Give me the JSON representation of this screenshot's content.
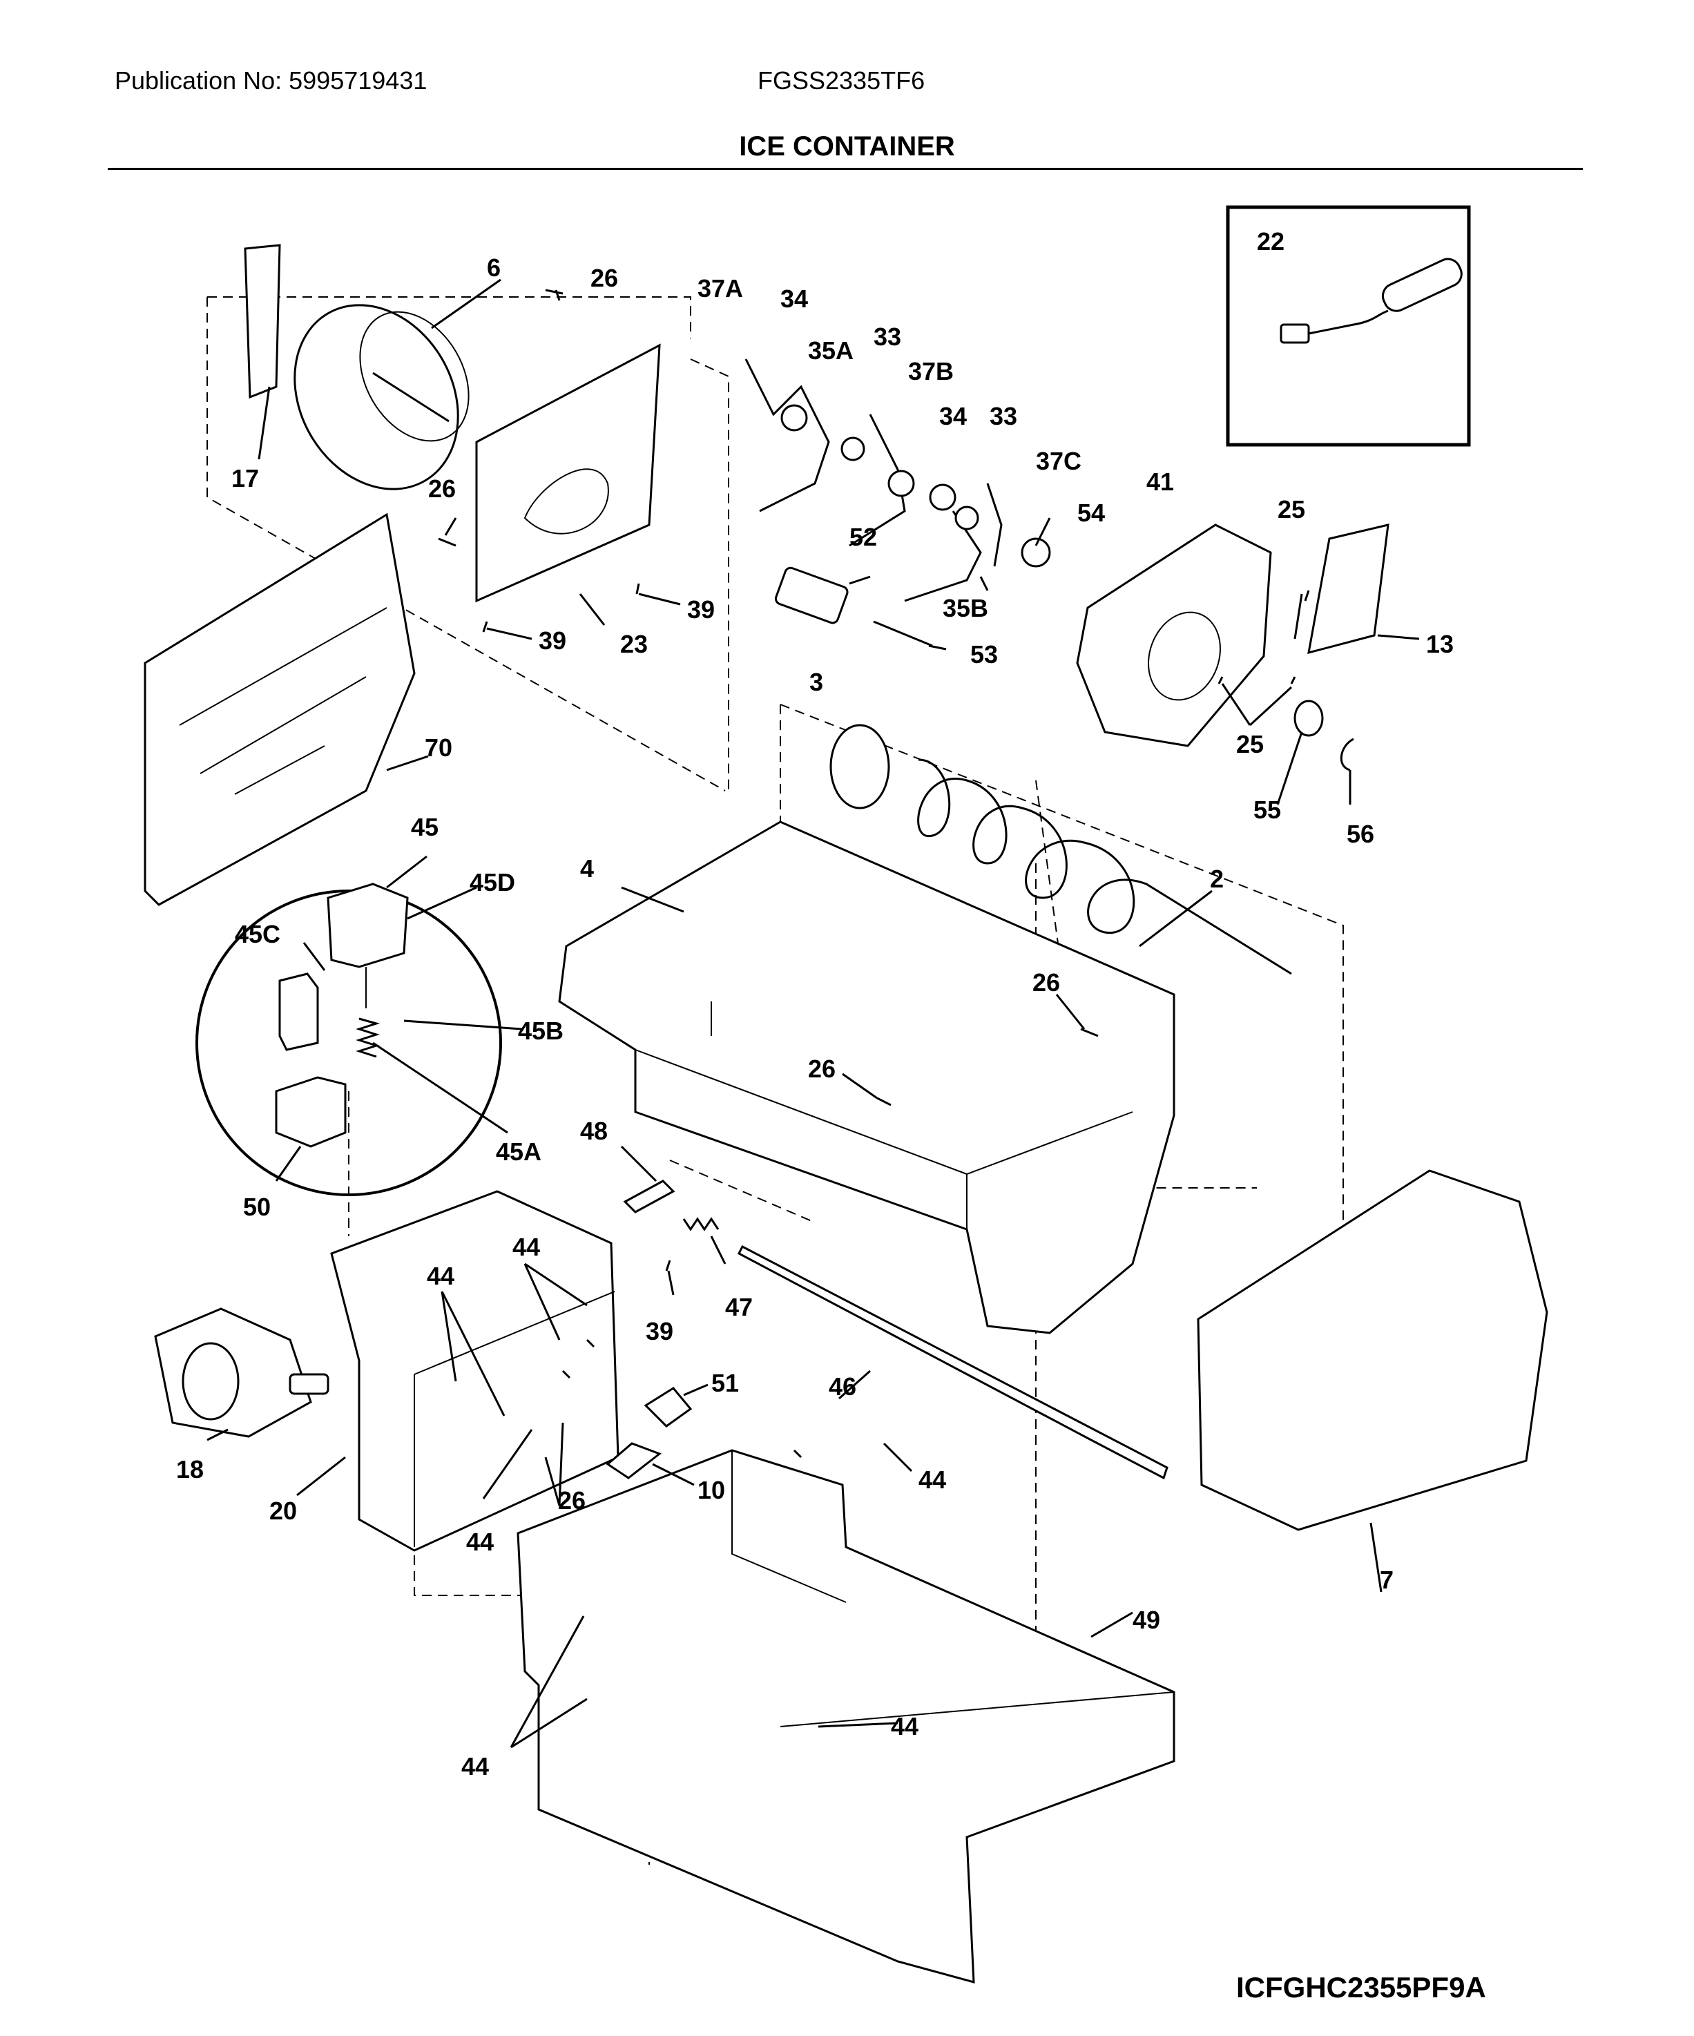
{
  "header": {
    "publication": "Publication No: 5995719431",
    "model": "FGSS2335TF6",
    "title": "ICE CONTAINER"
  },
  "footer": {
    "diagram_code": "ICFGHC2355PF9A"
  },
  "inset": {
    "label": "22"
  },
  "callouts": [
    "6",
    "26",
    "37A",
    "34",
    "33",
    "35A",
    "37B",
    "34",
    "33",
    "37C",
    "41",
    "25",
    "17",
    "26",
    "54",
    "52",
    "13",
    "39",
    "39",
    "23",
    "35B",
    "53",
    "3",
    "25",
    "70",
    "55",
    "56",
    "2",
    "45",
    "4",
    "45D",
    "45C",
    "26",
    "45B",
    "26",
    "45A",
    "48",
    "50",
    "44",
    "44",
    "47",
    "39",
    "46",
    "51",
    "18",
    "20",
    "26",
    "44",
    "10",
    "44",
    "7",
    "49",
    "44",
    "44"
  ]
}
